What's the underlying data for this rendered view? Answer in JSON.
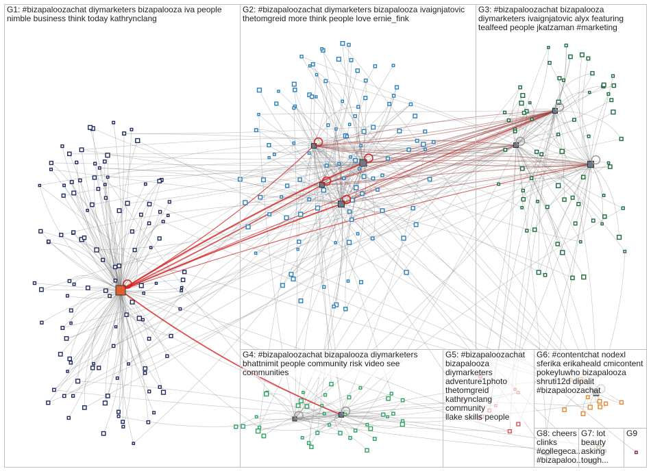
{
  "groups": [
    {
      "id": "G1",
      "lines": [
        "G1: #bizapaloozachat diymarketers bizapalooza iva people",
        "nimble business think today kathrynclang"
      ],
      "color": "#1f2a5c"
    },
    {
      "id": "G2",
      "lines": [
        "G2: #bizapaloozachat diymarketers bizapalooza ivaignjatovic",
        "thetomgreid more think people love ernie_fink"
      ],
      "color": "#2c7fb8"
    },
    {
      "id": "G3",
      "lines": [
        "G3: #bizapaloozachat bizapalooza",
        "diymarketers ivaignjatovic alyx featuring",
        "tealfeed people jkatzaman #marketing"
      ],
      "color": "#1b6b3a"
    },
    {
      "id": "G4",
      "lines": [
        "G4: #bizapaloozachat bizapalooza diymarketers",
        "bhattnimit people community risk video see",
        "communities"
      ],
      "color": "#2ca25f"
    },
    {
      "id": "G5",
      "lines": [
        "G5: #bizapaloozachat",
        "bizapalooza",
        "diymarketers",
        "adventure1photo",
        "thetomgreid",
        "kathrynclang community",
        "llake skills people"
      ],
      "color": "#d9534f"
    },
    {
      "id": "G6",
      "lines": [
        "G6: #contentchat nodexl",
        "sferika erikaheald cmicontent",
        "pokeyluwho bizapalooza",
        "shruti12d dipalit",
        "#bizapaloozachat"
      ],
      "color": "#e6862e"
    },
    {
      "id": "G7",
      "lines": [
        "G7: lot",
        "beauty",
        "asking",
        "tough..."
      ],
      "color": "#7a5c2e"
    },
    {
      "id": "G8",
      "lines": [
        "G8: cheers",
        "clinks",
        "#collegeca...",
        "#bizapaloo..."
      ],
      "color": "#555555"
    },
    {
      "id": "G9",
      "lines": [
        "G9"
      ],
      "color": "#8b1a5c"
    }
  ]
}
